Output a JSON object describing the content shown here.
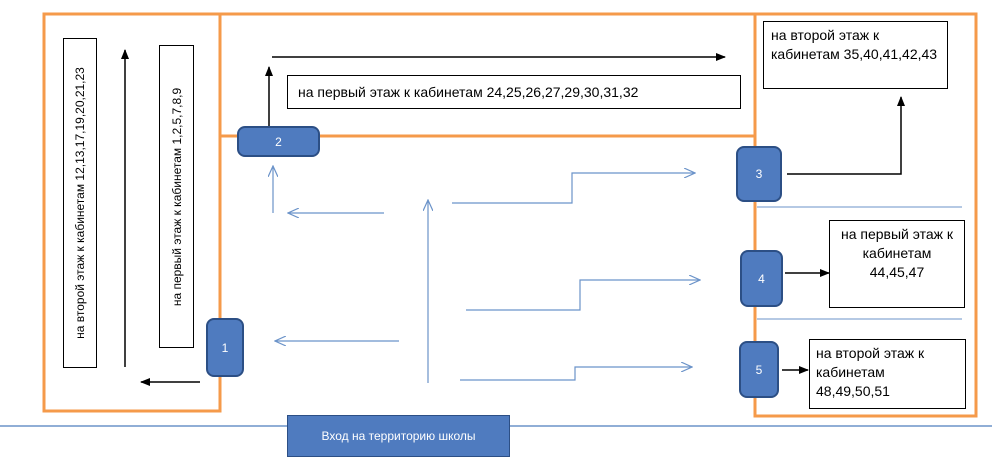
{
  "labels": {
    "left_outer": "на второй этаж к кабинетам  12,13,17,19,20,21,23",
    "left_inner": "на первый  этаж к кабинетам  1,2,5,7,8,9",
    "top": "на первый этаж к кабинетам 24,25,26,27,29,30,31,32",
    "top_right": "на второй этаж к кабинетам 35,40,41,42,43",
    "right_mid": "на первый этаж к кабинетам 44,45,47",
    "right_bottom": "на второй этаж к кабинетам 48,49,50,51"
  },
  "nodes": {
    "n1": "1",
    "n2": "2",
    "n3": "3",
    "n4": "4",
    "n5": "5"
  },
  "entrance": "Вход на территорию школы",
  "colors": {
    "building": "#f59a4a",
    "path_arrow": "#6b93c9",
    "black_arrow": "#000000",
    "node_fill": "#4f7bbf",
    "ground_line": "#6b93c9"
  }
}
